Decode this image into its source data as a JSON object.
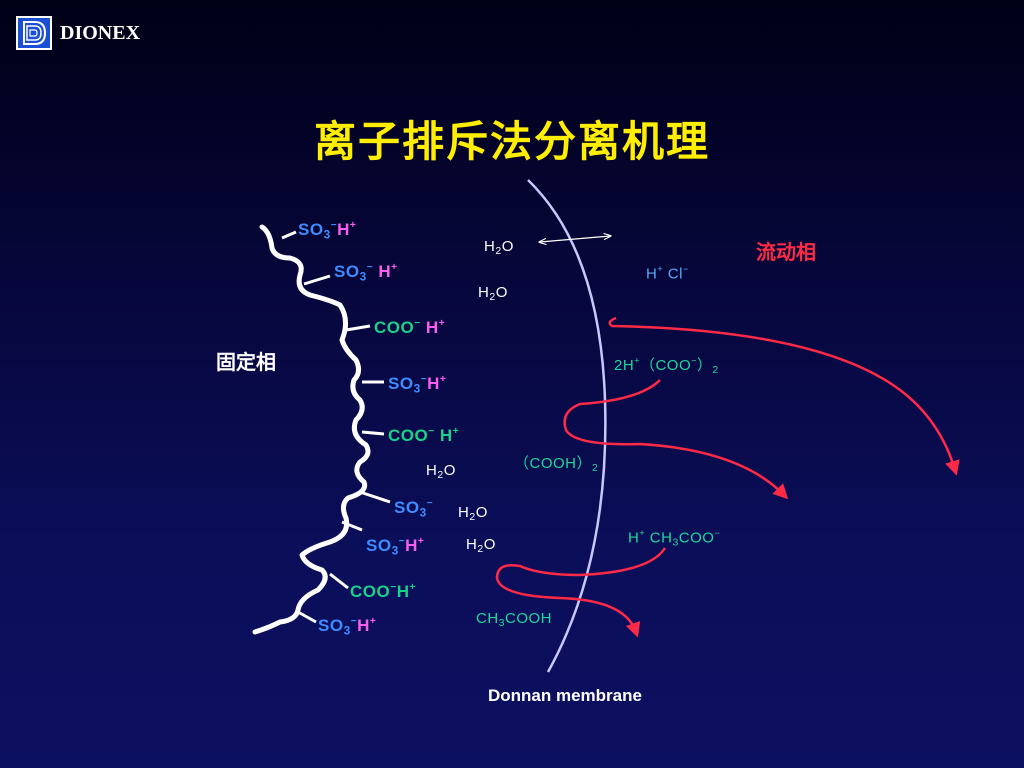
{
  "logo": {
    "name": "DIONEX"
  },
  "title": "离子排斥法分离机理",
  "labels": {
    "stationary": "固定相",
    "mobile": "流动相",
    "membrane": "Donnan membrane"
  },
  "species": {
    "so3": "SO",
    "coo": "COO",
    "h": "H",
    "h2o": "H",
    "o": "O",
    "cl": "Cl",
    "sub3": "3",
    "sub2": "2",
    "minus": "−",
    "plus": "+",
    "two_h": "2H",
    "coo_group": "（COO",
    "cooh_group": "（COOH）",
    "close_paren": "）",
    "ch3coo": "CH",
    "coo_tail": "COO",
    "cooh_tail": "COOH"
  },
  "colors": {
    "sulfonate": "#3f8cff",
    "proton": "#ff5cf0",
    "carboxylate": "#19d28a",
    "water": "#ffffff",
    "mobile_phase": "#ff2a45",
    "membrane": "#c8c8ff",
    "title": "#ffee00"
  }
}
